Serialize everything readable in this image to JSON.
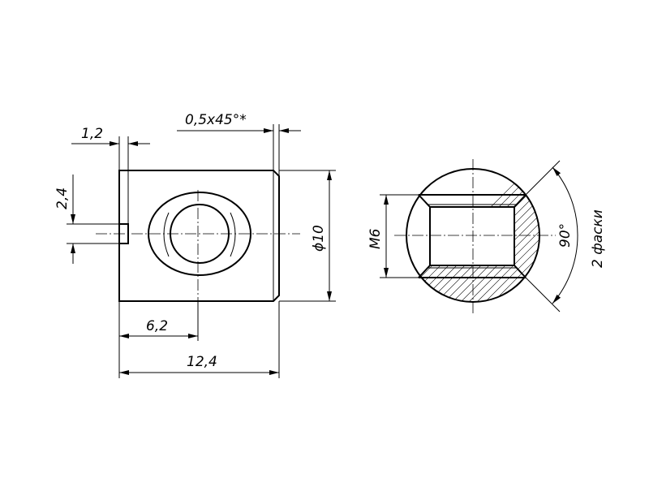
{
  "drawing": {
    "stroke_color": "#000000",
    "background_color": "#ffffff",
    "left_view": {
      "dim_slot_width": "1,2",
      "dim_chamfer": "0,5x45°*",
      "dim_slot_height": "2,4",
      "dim_diameter": "ϕ10",
      "dim_hole_offset": "6,2",
      "dim_length": "12,4"
    },
    "right_view": {
      "dim_thread": "M6",
      "dim_angle": "90°",
      "note_chamfers": "2 фаски"
    }
  }
}
